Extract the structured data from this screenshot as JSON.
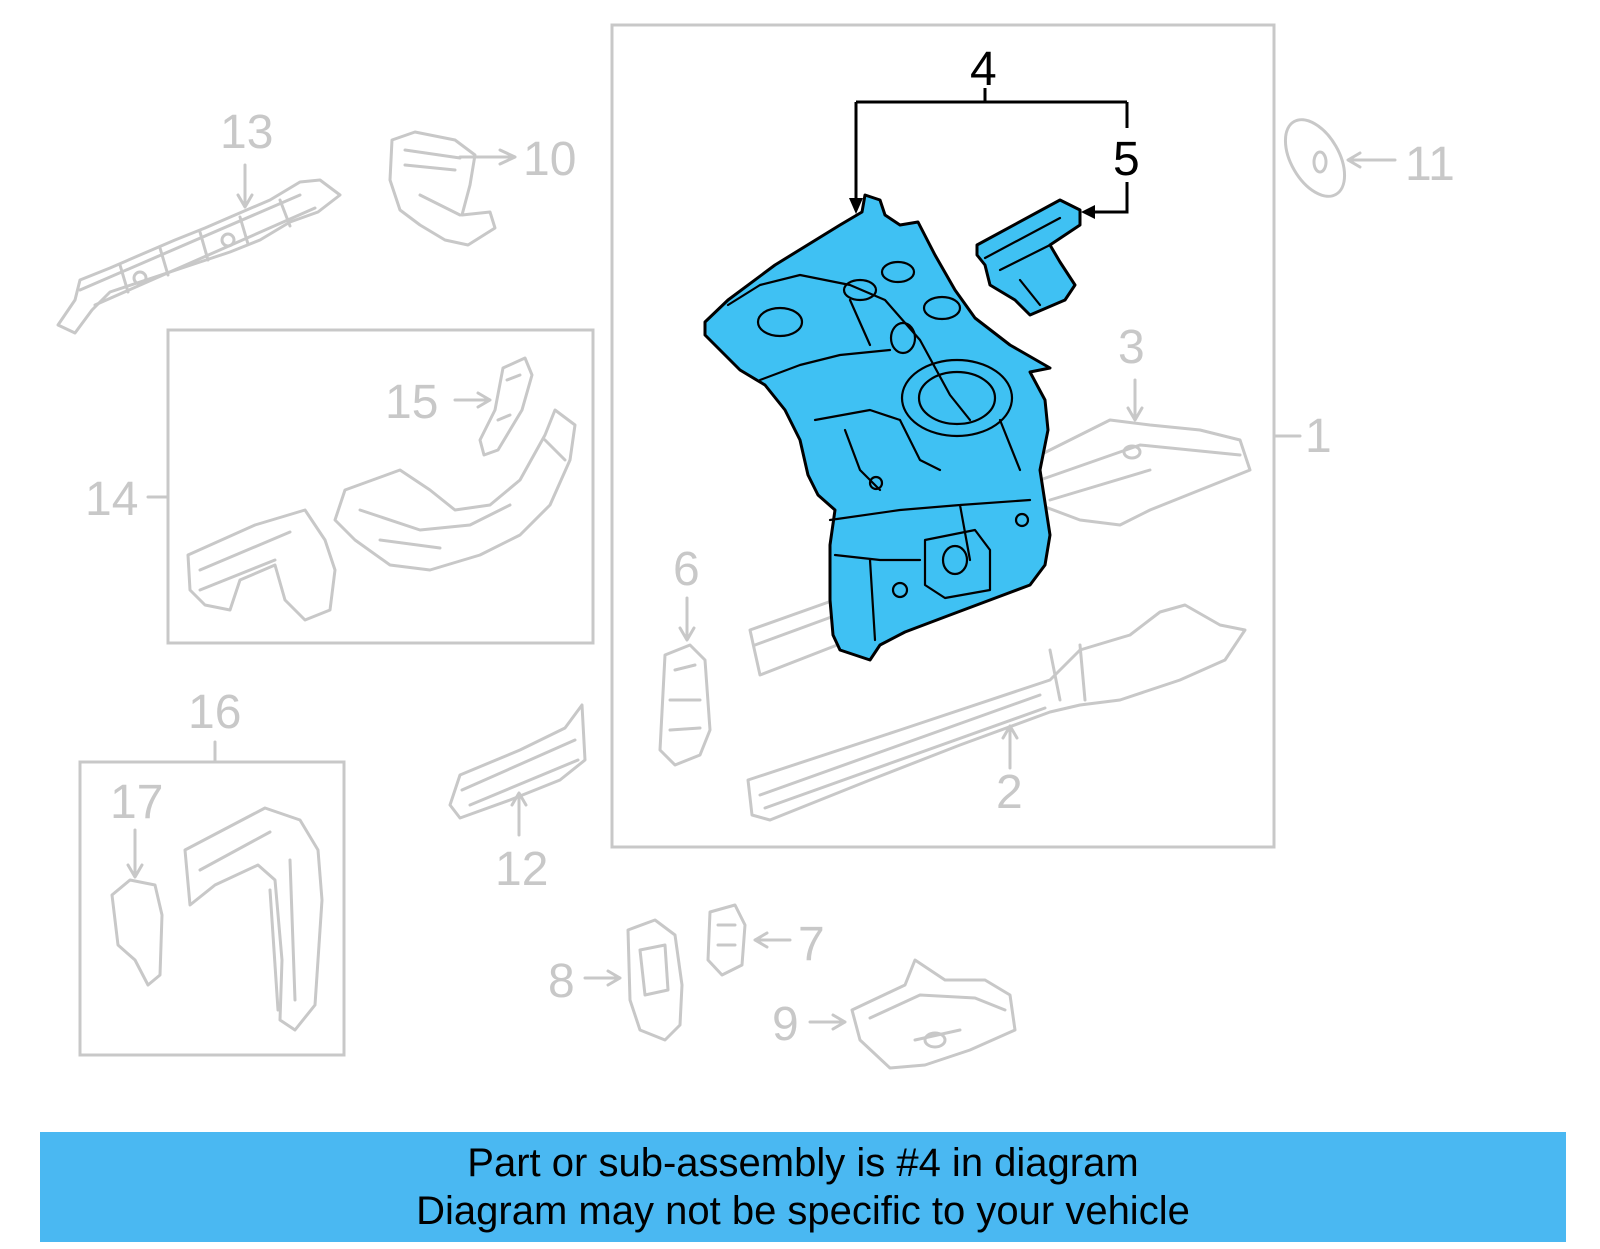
{
  "callouts": {
    "c1": "1",
    "c2": "2",
    "c3": "3",
    "c4": "4",
    "c5": "5",
    "c6": "6",
    "c7": "7",
    "c8": "8",
    "c9": "9",
    "c10": "10",
    "c11": "11",
    "c12": "12",
    "c13": "13",
    "c14": "14",
    "c15": "15",
    "c16": "16",
    "c17": "17"
  },
  "highlight": {
    "part_number": "4",
    "color": "#3fc1f3"
  },
  "colors": {
    "muted_part": "#c8c8c8",
    "banner": "#4ab8f2"
  },
  "banner": {
    "line1": "Part or sub-assembly is #4 in diagram",
    "line2": "Diagram may not be specific to your vehicle"
  }
}
